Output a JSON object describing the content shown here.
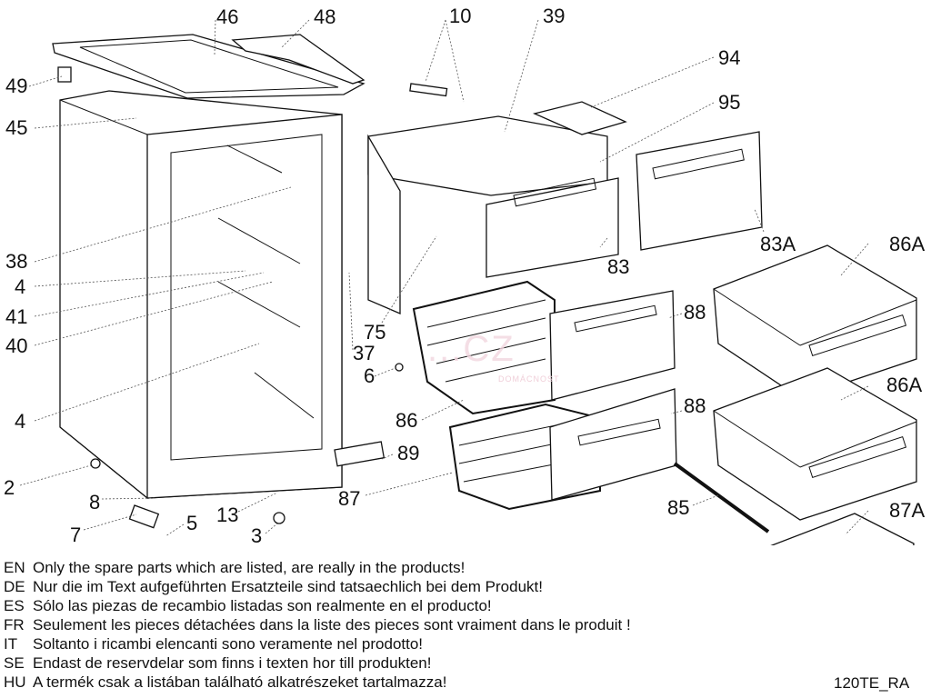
{
  "diagram": {
    "title": "Spare parts exploded view",
    "model_code": "120TE_RA",
    "watermark": "...CZ",
    "watermark_sub": "DOMÁCNOST",
    "callouts": [
      {
        "id": "c46",
        "label": "46"
      },
      {
        "id": "c48",
        "label": "48"
      },
      {
        "id": "c10",
        "label": "10"
      },
      {
        "id": "c39",
        "label": "39"
      },
      {
        "id": "c94",
        "label": "94"
      },
      {
        "id": "c95",
        "label": "95"
      },
      {
        "id": "c49",
        "label": "49"
      },
      {
        "id": "c45",
        "label": "45"
      },
      {
        "id": "c38",
        "label": "38"
      },
      {
        "id": "c4a",
        "label": "4"
      },
      {
        "id": "c41",
        "label": "41"
      },
      {
        "id": "c40",
        "label": "40"
      },
      {
        "id": "c4b",
        "label": "4"
      },
      {
        "id": "c83",
        "label": "83"
      },
      {
        "id": "c83A",
        "label": "83A"
      },
      {
        "id": "c86A1",
        "label": "86A"
      },
      {
        "id": "c86A2",
        "label": "86A"
      },
      {
        "id": "c87A",
        "label": "87A"
      },
      {
        "id": "c75",
        "label": "75"
      },
      {
        "id": "c37",
        "label": "37"
      },
      {
        "id": "c6",
        "label": "6"
      },
      {
        "id": "c88a",
        "label": "88"
      },
      {
        "id": "c88b",
        "label": "88"
      },
      {
        "id": "c86",
        "label": "86"
      },
      {
        "id": "c89",
        "label": "89"
      },
      {
        "id": "c87",
        "label": "87"
      },
      {
        "id": "c85",
        "label": "85"
      },
      {
        "id": "c2",
        "label": "2"
      },
      {
        "id": "c8",
        "label": "8"
      },
      {
        "id": "c7",
        "label": "7"
      },
      {
        "id": "c5",
        "label": "5"
      },
      {
        "id": "c13",
        "label": "13"
      },
      {
        "id": "c3",
        "label": "3"
      }
    ]
  },
  "notes": [
    {
      "code": "EN",
      "text": "Only the spare parts which are listed, are really in the products!"
    },
    {
      "code": "DE",
      "text": "Nur die im Text aufgeführten Ersatzteile sind tatsaechlich bei dem Produkt!"
    },
    {
      "code": "ES",
      "text": "Sólo las piezas de recambio  listadas son realmente en el producto!"
    },
    {
      "code": "FR",
      "text": "Seulement les pieces détachées dans la liste des pieces sont vraiment dans le produit !"
    },
    {
      "code": "IT",
      "text": "Soltanto i ricambi elencanti sono veramente nel prodotto!"
    },
    {
      "code": "SE",
      "text": "Endast de reservdelar som finns i texten hor till produkten!"
    },
    {
      "code": "HU",
      "text": "A termék csak a listában található alkatrészeket tartalmazza!"
    }
  ]
}
